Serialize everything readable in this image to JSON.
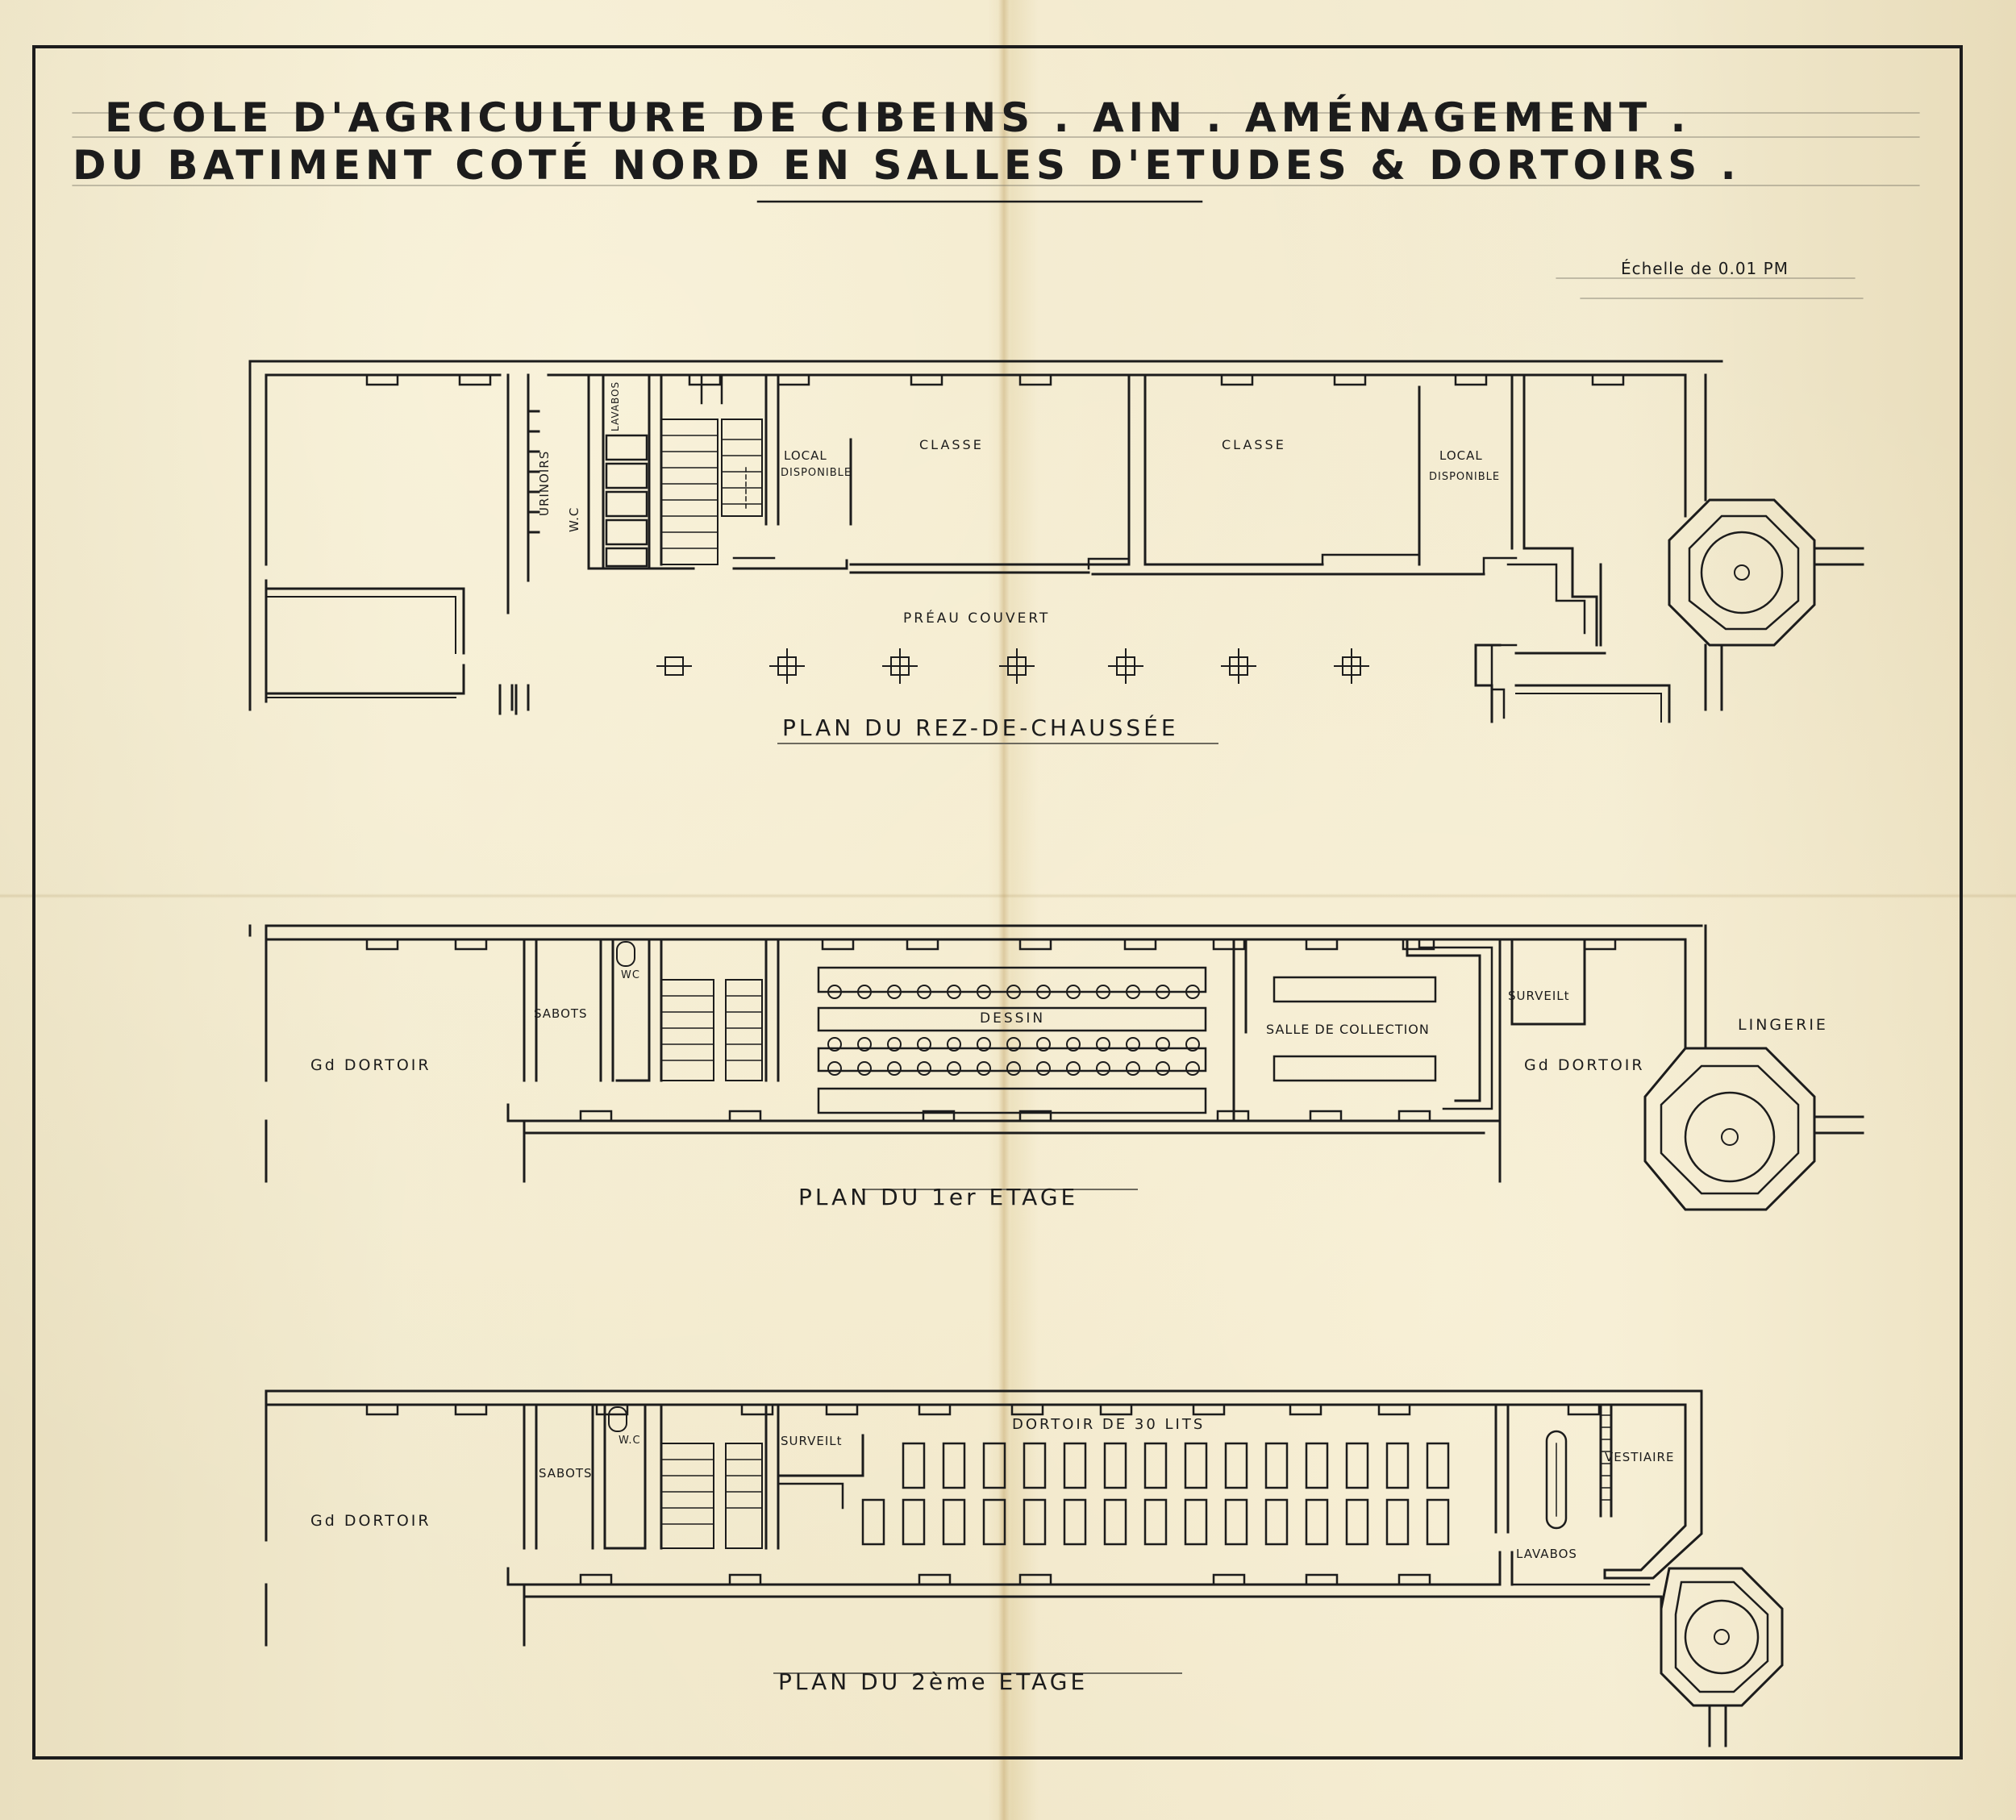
{
  "title": {
    "line1": "ECOLE D'AGRICULTURE DE CIBEINS . AIN . AMÉNAGEMENT .",
    "line2": "DU BATIMENT COTÉ NORD EN SALLES D'ETUDES & DORTOIRS ."
  },
  "scale": "Échelle de 0.01 PM",
  "plans": {
    "ground": {
      "title": "PLAN DU REZ-DE-CHAUSSÉE",
      "labels": {
        "urinoirs": "URINOIRS",
        "wc": "W.C",
        "lavabos": "LAVABOS",
        "local1": [
          "LOCAL",
          "DISPONIBLE"
        ],
        "classe1": "CLASSE",
        "classe2": "CLASSE",
        "local2": [
          "LOCAL",
          "DISPONIBLE"
        ],
        "preau": "PRÉAU COUVERT"
      }
    },
    "first": {
      "title": "PLAN DU 1er ETAGE",
      "labels": {
        "dortoir": "Gd DORTOIR",
        "sabots": "SABOTS",
        "wc": "WC",
        "dessin": "DESSIN",
        "collection": "SALLE DE COLLECTION",
        "surveil": "SURVEILt",
        "dortoir2": "Gd DORTOIR",
        "lingerie": "LINGERIE"
      }
    },
    "second": {
      "title": "PLAN DU 2ème ETAGE",
      "labels": {
        "dortoir": "Gd DORTOIR",
        "sabots": "SABOTS",
        "wc": "W.C",
        "surveil": "SURVEILt",
        "dortoir30": "DORTOIR DE 30 LITS",
        "vestiaire": "VESTIAIRE",
        "lavabos": "LAVABOS"
      }
    }
  }
}
